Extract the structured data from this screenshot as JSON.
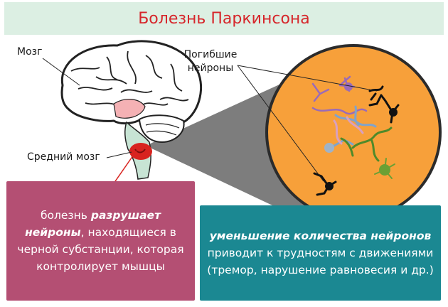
{
  "title": "Болезнь Паркинсона",
  "labels": {
    "brain": "Мозг",
    "dead_neurons_line1": "Погибшие",
    "dead_neurons_line2": "нейроны",
    "midbrain": "Средний мозг"
  },
  "left_box": {
    "part1": "болезнь ",
    "part2_emph": "разрушает нейроны",
    "part3": ", находящиеся в черной субстанции, которая контролирует мышцы"
  },
  "right_box": {
    "part1_emph": "уменьшение количества нейронов",
    "part2": " приводит к трудностям с движениями (тремор, нарушение равновесия и др.)"
  },
  "colors": {
    "title_bg": "#dcefe3",
    "title_text": "#d6262b",
    "circle": "#f7a03a",
    "left_box": "#b44f73",
    "right_box": "#1b8892",
    "brain_highlight": "#f4b1b4",
    "substantia_nigra": "#d8231f"
  }
}
